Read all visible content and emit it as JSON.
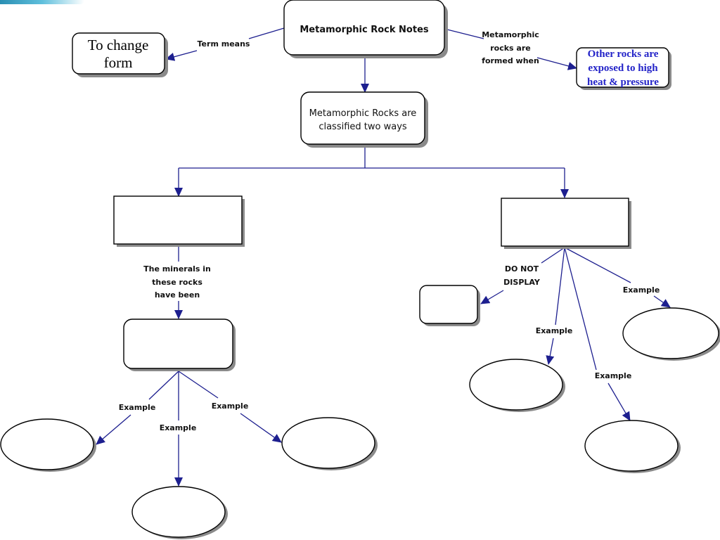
{
  "nodes": {
    "root": "Metamorphic Rock Notes",
    "change_line1": "To change",
    "change_line2": "form",
    "other_line1": "Other rocks are",
    "other_line2": "exposed to high",
    "other_line3": "heat & pressure",
    "classified_line1": "Metamorphic Rocks are",
    "classified_line2": "classified two ways"
  },
  "edge_labels": {
    "term_means": "Term means",
    "formed_line1": "Metamorphic",
    "formed_line2": "rocks are",
    "formed_line3": "formed when",
    "minerals_line1": "The minerals in",
    "minerals_line2": "these rocks",
    "minerals_line3": "have been",
    "do_not_line1": "DO NOT",
    "do_not_line2": "DISPLAY",
    "example": "Example"
  },
  "colors": {
    "connector": "#1d1f8f",
    "highlight_text": "#2323c8"
  }
}
